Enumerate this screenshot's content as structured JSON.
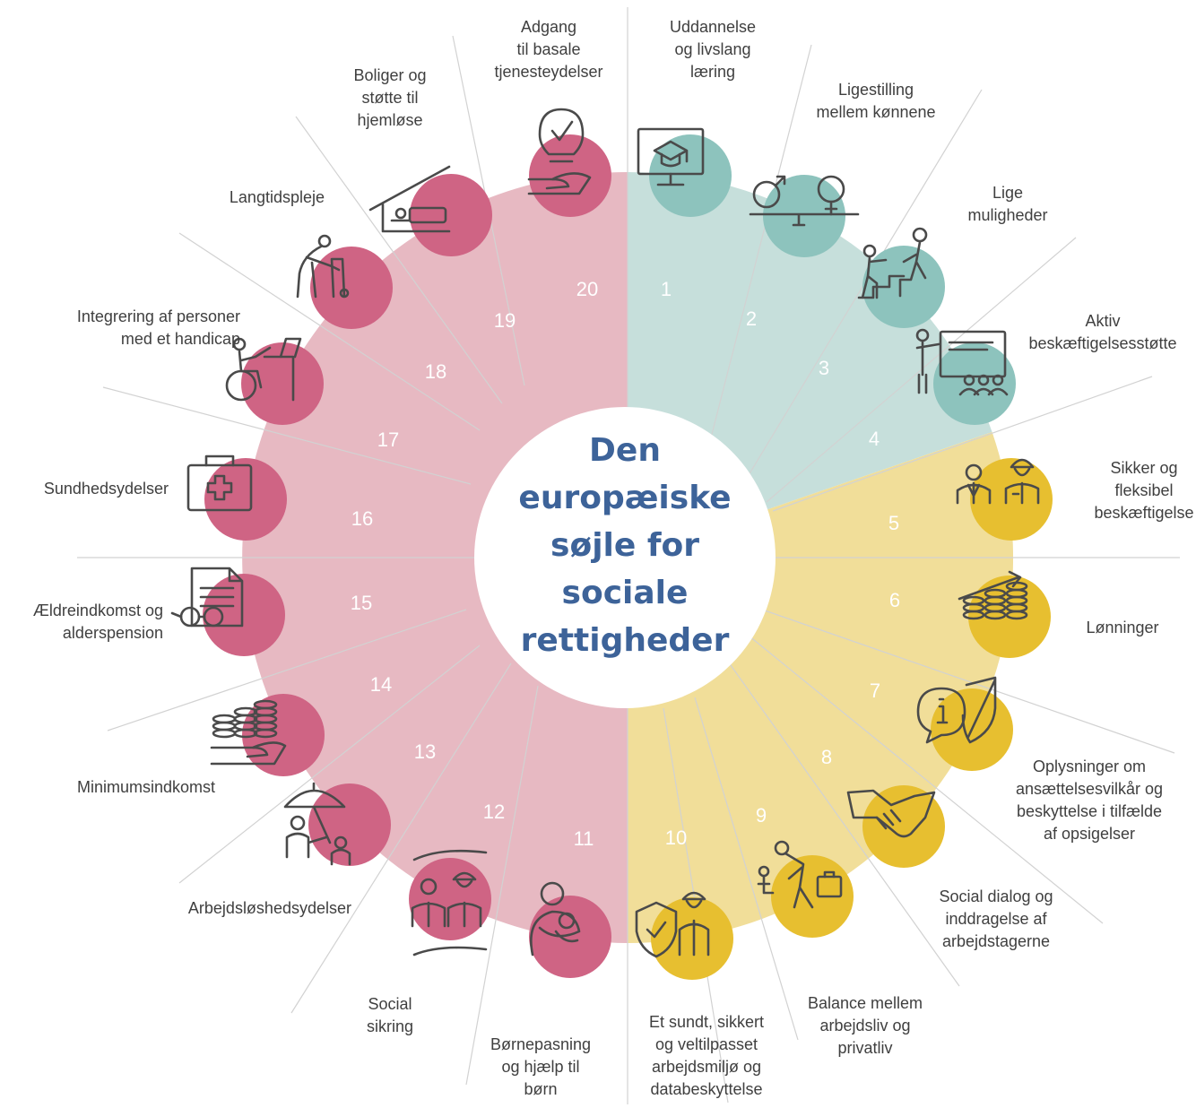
{
  "title": "Den\neuropæiske\nsøjle for\nsociale\nrettigheder",
  "colors": {
    "teal_sector": "#c6dfdb",
    "teal_circle": "#8dc3bd",
    "yellow_sector": "#f1de99",
    "yellow_circle": "#e7bf30",
    "pink_sector": "#e7b9c2",
    "pink_circle": "#cf6484",
    "title": "#3d6399",
    "label": "#3f3f3f",
    "icon": "#4a4a4a"
  },
  "principles": [
    {
      "number": "1",
      "label": "Uddannelse\nog livslang\nlæring",
      "group": "teal",
      "icon": "graduation-monitor-icon"
    },
    {
      "number": "2",
      "label": "Ligestilling\nmellem kønnene",
      "group": "teal",
      "icon": "gender-balance-icon"
    },
    {
      "number": "3",
      "label": "Lige\nmuligheder",
      "group": "teal",
      "icon": "helping-climb-icon"
    },
    {
      "number": "4",
      "label": "Aktiv\nbeskæftigelsesstøtte",
      "group": "teal",
      "icon": "presentation-group-icon"
    },
    {
      "number": "5",
      "label": "Sikker og\nfleksibel\nbeskæftigelse",
      "group": "yellow",
      "icon": "workers-icon"
    },
    {
      "number": "6",
      "label": "Lønninger",
      "group": "yellow",
      "icon": "coins-growth-icon"
    },
    {
      "number": "7",
      "label": "Oplysninger om\nansættelsesvilkår og\nbeskyttelse i tilfælde\naf opsigelser",
      "group": "yellow",
      "icon": "info-shield-icon"
    },
    {
      "number": "8",
      "label": "Social dialog og\ninddragelse af\narbejdstagerne",
      "group": "yellow",
      "icon": "handshake-icon"
    },
    {
      "number": "9",
      "label": "Balance mellem\narbejdsliv og\nprivatliv",
      "group": "yellow",
      "icon": "parent-briefcase-icon"
    },
    {
      "number": "10",
      "label": "Et sundt, sikkert\nog veltilpasset\narbejdsmiljø og\ndatabeskyttelse",
      "group": "yellow",
      "icon": "safety-worker-icon"
    },
    {
      "number": "11",
      "label": "Børnepasning\nog hjælp til\nbørn",
      "group": "pink",
      "icon": "parent-child-icon"
    },
    {
      "number": "12",
      "label": "Social\nsikring",
      "group": "pink",
      "icon": "protected-workers-icon"
    },
    {
      "number": "13",
      "label": "Arbejdsløshedsydelser",
      "group": "pink",
      "icon": "umbrella-family-icon"
    },
    {
      "number": "14",
      "label": "Minimumsindkomst",
      "group": "pink",
      "icon": "hand-coins-icon"
    },
    {
      "number": "15",
      "label": "Ældreindkomst og\nalderspension",
      "group": "pink",
      "icon": "document-glasses-icon"
    },
    {
      "number": "16",
      "label": "Sundhedsydelser",
      "group": "pink",
      "icon": "medical-kit-icon"
    },
    {
      "number": "17",
      "label": "Integrering af personer\nmed et handicap",
      "group": "pink",
      "icon": "wheelchair-desk-icon"
    },
    {
      "number": "18",
      "label": "Langtidspleje",
      "group": "pink",
      "icon": "walker-elderly-icon"
    },
    {
      "number": "19",
      "label": "Boliger og\nstøtte til\nhjemløse",
      "group": "pink",
      "icon": "shelter-bed-icon"
    },
    {
      "number": "20",
      "label": "Adgang\ntil basale\ntjenesteydelser",
      "group": "pink",
      "icon": "lightbulb-hand-icon"
    }
  ]
}
